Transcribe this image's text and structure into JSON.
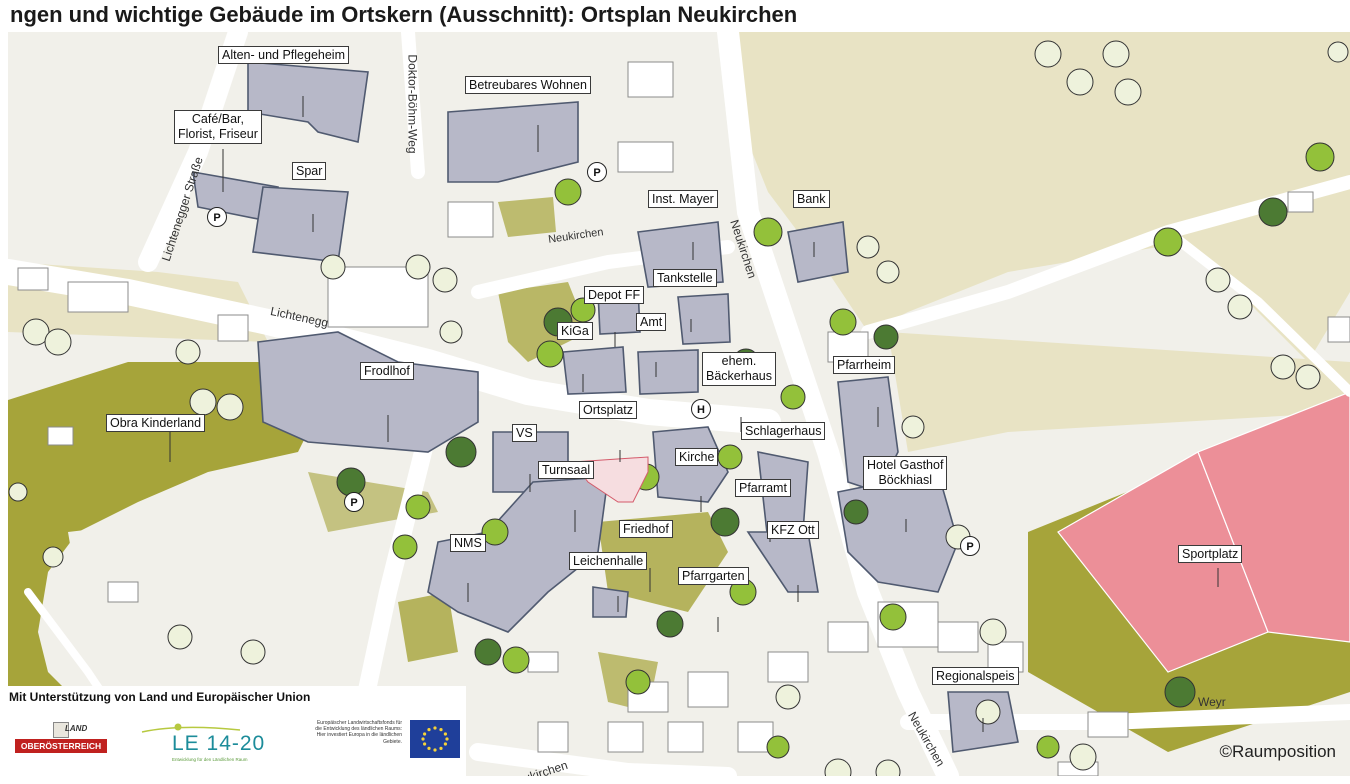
{
  "header": {
    "title": "ngen und wichtige Gebäude im Ortskern (Ausschnitt): Ortsplan Neukirchen"
  },
  "map": {
    "buildings": [
      "Alten- und Pflegeheim",
      "Betreubares Wohnen",
      "Café/Bar,\nFlorist, Friseur",
      "Spar",
      "Inst. Mayer",
      "Bank",
      "Tankstelle",
      "Depot FF",
      "Amt",
      "KiGa",
      "ehem.\nBäckerhaus",
      "Frodlhof",
      "Pfarrheim",
      "Obra Kinderland",
      "Ortsplatz",
      "VS",
      "Schlagerhaus",
      "Kirche",
      "Turnsaal",
      "Pfarramt",
      "Hotel Gasthof\nBöckhiasl",
      "Friedhof",
      "KFZ Ott",
      "NMS",
      "Leichenhalle",
      "Pfarrgarten",
      "Sportplatz",
      "Regionalspeis"
    ],
    "streets": [
      "Doktor-Böhm-Weg",
      "Lichtenegger Straße",
      "Lichtenegg",
      "Neukirchen",
      "Neukirchen",
      "Neukirchen",
      "Weyr",
      "Neukirchen"
    ],
    "pins": [
      "P",
      "P",
      "P",
      "P",
      "H"
    ],
    "credit": "©Raumposition",
    "colors": {
      "street": "#ffffff",
      "ground": "#f1f0ea",
      "building": "#b7b8c8",
      "building_outline": "#505a70",
      "green_area": "#a6a43a",
      "field": "#e8e3c4",
      "sportplatz": "#ec8f98",
      "tree": "#93c13a",
      "tree_dark": "#4c7a33"
    }
  },
  "support": {
    "text": "Mit Unterstützung von Land und Europäischer Union",
    "land_logo": {
      "word": "LAND",
      "name": "OBERÖSTERREICH"
    },
    "le_logo": {
      "name": "LE 14-20",
      "sub": "Entwicklung für den Ländlichen Raum"
    },
    "eu_text": "Europäischer Landwirtschaftsfonds für die Entwicklung des ländlichen Raums: Hier investiert Europa in die ländlichen Gebiete."
  }
}
